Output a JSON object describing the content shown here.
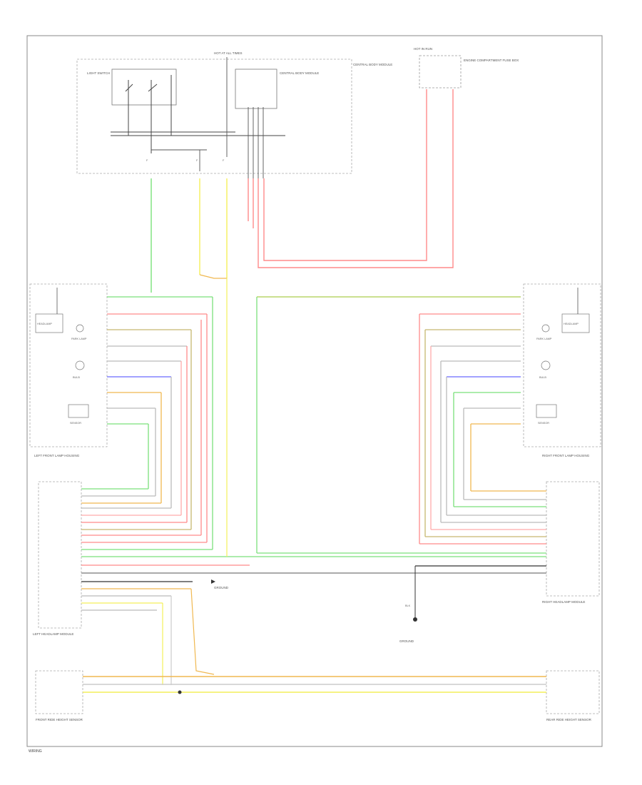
{
  "labels": {
    "top_hot": "HOT AT ALL TIMES",
    "top_hot_right": "HOT IN RUN",
    "light_switch": "LIGHT SWITCH",
    "central_module": "CENTRAL BODY MODULE",
    "central_note": "CENTRAL BODY MODULE",
    "right_engine_box": "ENGINE COMPARTMENT FUSE BOX",
    "left_front_housing": "LEFT FRONT LAMP HOUSING",
    "right_front_housing": "RIGHT FRONT LAMP HOUSING",
    "left_module": "LEFT HEADLAMP MODULE",
    "right_module": "RIGHT HEADLAMP MODULE",
    "left_headlamp": "HEADLAMP",
    "right_headlamp": "HEADLAMP",
    "left_park": "PARK LAMP",
    "right_park": "PARK LAMP",
    "left_bulb": "BULB",
    "right_bulb": "BULB",
    "left_sensor": "SENSOR",
    "right_sensor": "SENSOR",
    "left_ride_sensor": "FRONT RIDE HEIGHT SENSOR",
    "right_ride_sensor": "REAR RIDE HEIGHT SENSOR",
    "ground_center": "GROUND",
    "ground_left": "GROUND",
    "blk": "BLK",
    "footer": "WIRING"
  },
  "colors": {
    "green": "#7be07b",
    "red": "#ff8080",
    "yellow": "#f4ef5a",
    "orange": "#f0b850",
    "blue": "#6a6aff",
    "gray": "#999999",
    "dark": "#333333",
    "border": "#888888"
  }
}
